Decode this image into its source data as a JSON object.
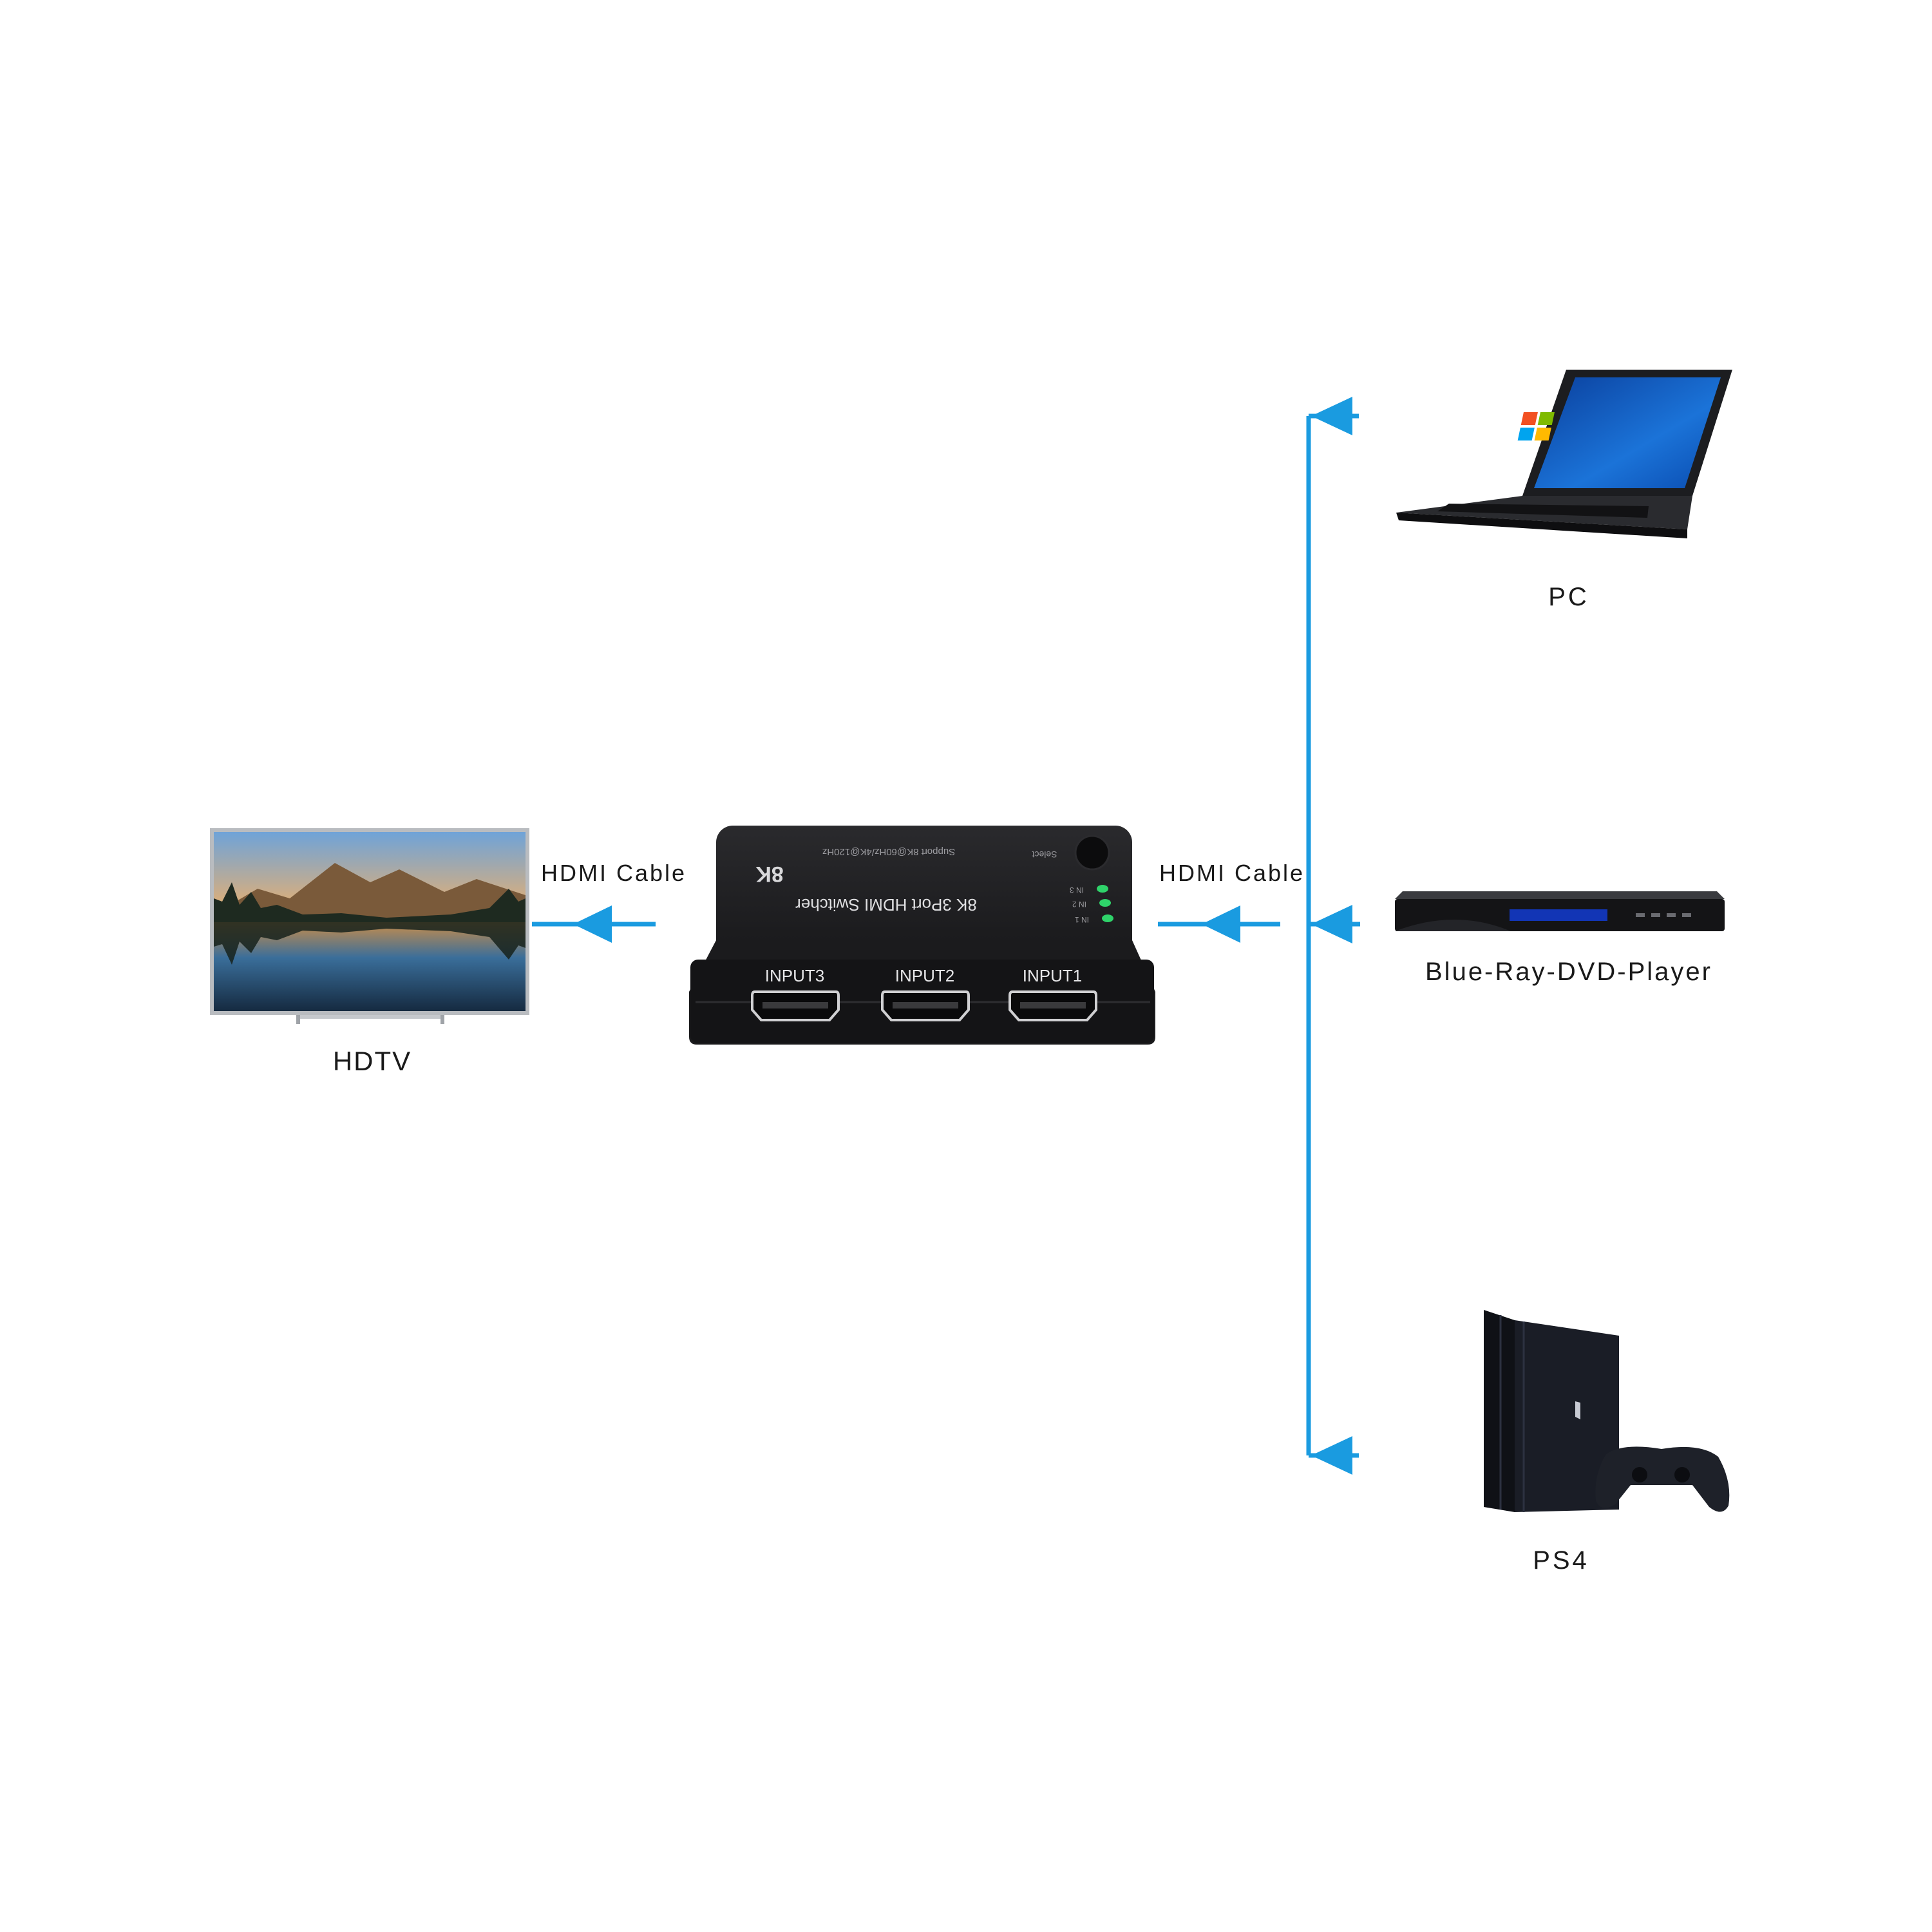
{
  "colors": {
    "arrow": "#1a9be0",
    "device_black": "#1b1b1d",
    "background": "#ffffff",
    "led": "#2fd36a"
  },
  "labels": {
    "hdtv": "HDTV",
    "cable_left": "HDMI Cable",
    "cable_right": "HDMI Cable",
    "pc": "PC",
    "bluray": "Blue-Ray-DVD-Player",
    "ps4": "PS4"
  },
  "switcher": {
    "title": "8K 3Port HDMI Switcher",
    "logo": "8K",
    "support_text": "Support 8K@60Hz/4K@120Hz",
    "select_label": "Select",
    "leds": [
      "IN 3",
      "IN 2",
      "IN 1"
    ],
    "ports": [
      "INPUT3",
      "INPUT2",
      "INPUT1"
    ]
  }
}
